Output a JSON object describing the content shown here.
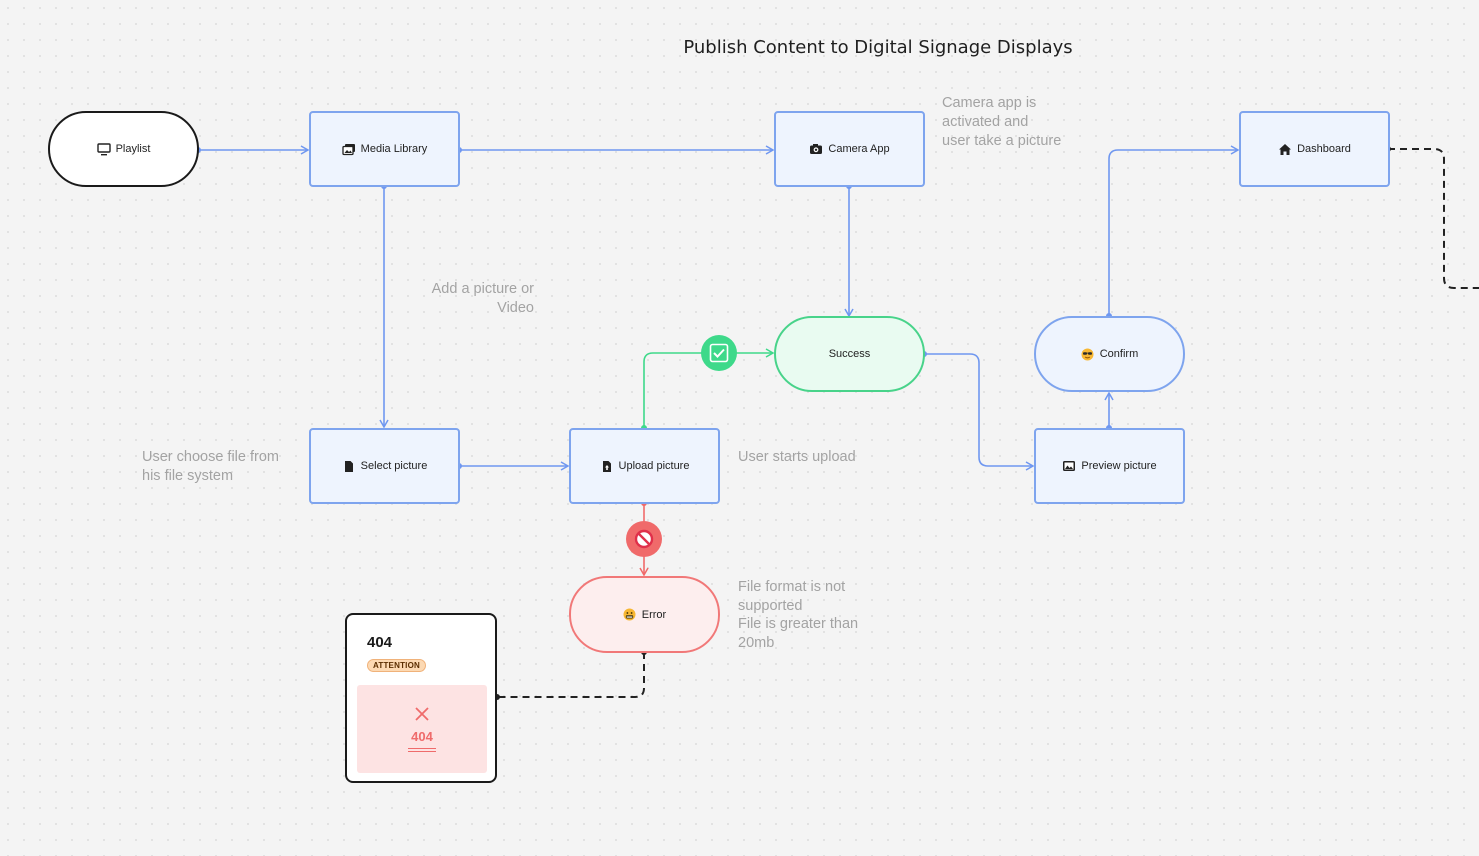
{
  "title": "Publish Content to Digital Signage Displays",
  "nodes": {
    "playlist": "Playlist",
    "media_library": "Media Library",
    "camera_app": "Camera App",
    "dashboard": "Dashboard",
    "success": "Success",
    "confirm": "Confirm",
    "select_picture": "Select picture",
    "upload_picture": "Upload picture",
    "preview_picture": "Preview picture",
    "error": "Error"
  },
  "notes": {
    "camera": [
      "Camera app is",
      "activated and",
      "user take a picture"
    ],
    "add_picture": [
      "Add a picture or",
      "Video"
    ],
    "choose_file": [
      "User choose file from",
      "his file system"
    ],
    "starts_upload": [
      "User starts upload"
    ],
    "format_error": [
      "File format is not",
      "supported",
      "File is greater than",
      "20mb"
    ]
  },
  "card": {
    "title": "404",
    "tag": "ATTENTION",
    "image_code": "404"
  },
  "colors": {
    "flow_edge": "#6f97f0",
    "success_edge": "#3ed98a",
    "error_edge": "#f06a6a",
    "dashed_edge": "#222222",
    "node_fill": "#eef4fe",
    "node_border": "#7ea4ee"
  },
  "icons": {
    "playlist": "monitor-icon",
    "media_library": "images-icon",
    "camera_app": "camera-icon",
    "dashboard": "home-icon",
    "confirm": "sunglasses-emoji-icon",
    "select_picture": "file-icon",
    "upload_picture": "file-upload-icon",
    "preview_picture": "picture-icon",
    "error": "grimace-emoji-icon",
    "success_badge": "checkmark-icon",
    "error_badge": "prohibited-icon",
    "card_image": "x-icon"
  }
}
